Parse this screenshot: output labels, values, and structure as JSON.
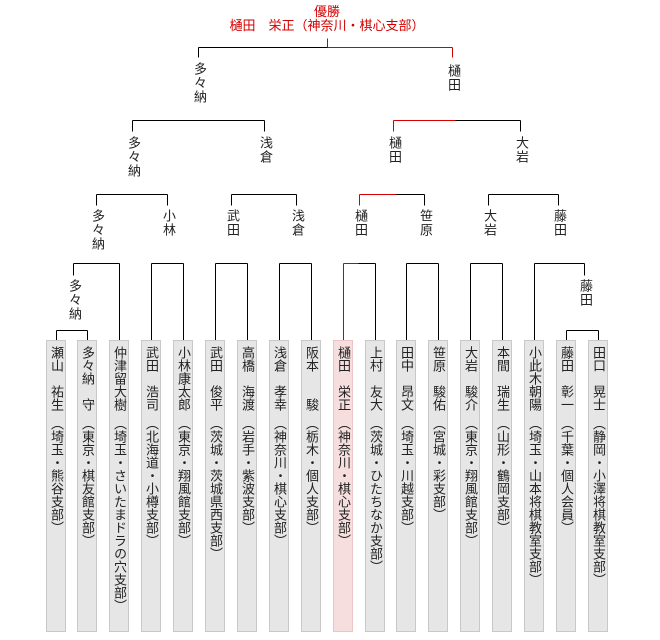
{
  "champion": {
    "label": "優勝",
    "line": "樋田　栄正（神奈川・棋心支部）"
  },
  "colors": {
    "highlight": "#d40000",
    "line": "#000000",
    "box": "#e6e6e6",
    "winner_box": "#f6dede"
  },
  "players": [
    {
      "name": "瀬山　祐生",
      "aff": "（埼玉・熊谷支部）"
    },
    {
      "name": "多々納　守",
      "aff": "（東京・棋友館支部）"
    },
    {
      "name": "仲津留大樹",
      "aff": "（埼玉・さいたまドラの穴支部）"
    },
    {
      "name": "武田　浩司",
      "aff": "（北海道・小樽支部）"
    },
    {
      "name": "小林康太郎",
      "aff": "（東京・翔風館支部）"
    },
    {
      "name": "武田　俊平",
      "aff": "（茨城・茨城県西支部）"
    },
    {
      "name": "高橋　海渡",
      "aff": "（岩手・紫波支部）"
    },
    {
      "name": "浅倉　孝幸",
      "aff": "（神奈川・棋心支部）"
    },
    {
      "name": "阪本　　駿",
      "aff": "（栃木・個人支部）"
    },
    {
      "name": "樋田　栄正",
      "aff": "（神奈川・棋心支部）",
      "champion": true
    },
    {
      "name": "上村　友大",
      "aff": "（茨城・ひたちなか支部）"
    },
    {
      "name": "田中　昂文",
      "aff": "（埼玉・川越支部）"
    },
    {
      "name": "笹原　駿佑",
      "aff": "（宮城・彩支部）"
    },
    {
      "name": "大岩　駿介",
      "aff": "（東京・翔風館支部）"
    },
    {
      "name": "本間　瑞生",
      "aff": "（山形・鶴岡支部）"
    },
    {
      "name": "小此木朝陽",
      "aff": "（埼玉・山本将棋教室支部）"
    },
    {
      "name": "藤田　彰一",
      "aff": "（千葉・個人会員）"
    },
    {
      "name": "田口　晃士",
      "aff": "（静岡・小澤将棋教室支部）"
    }
  ],
  "rounds": {
    "preliminary": [
      "多々納",
      "藤田"
    ],
    "round1": [
      "多々納",
      "小林",
      "武田",
      "浅倉",
      "樋田",
      "笹原",
      "大岩",
      "藤田"
    ],
    "quarterfinal": [
      "多々納",
      "浅倉",
      "樋田",
      "大岩"
    ],
    "semifinal": [
      "多々納",
      "樋田"
    ]
  }
}
